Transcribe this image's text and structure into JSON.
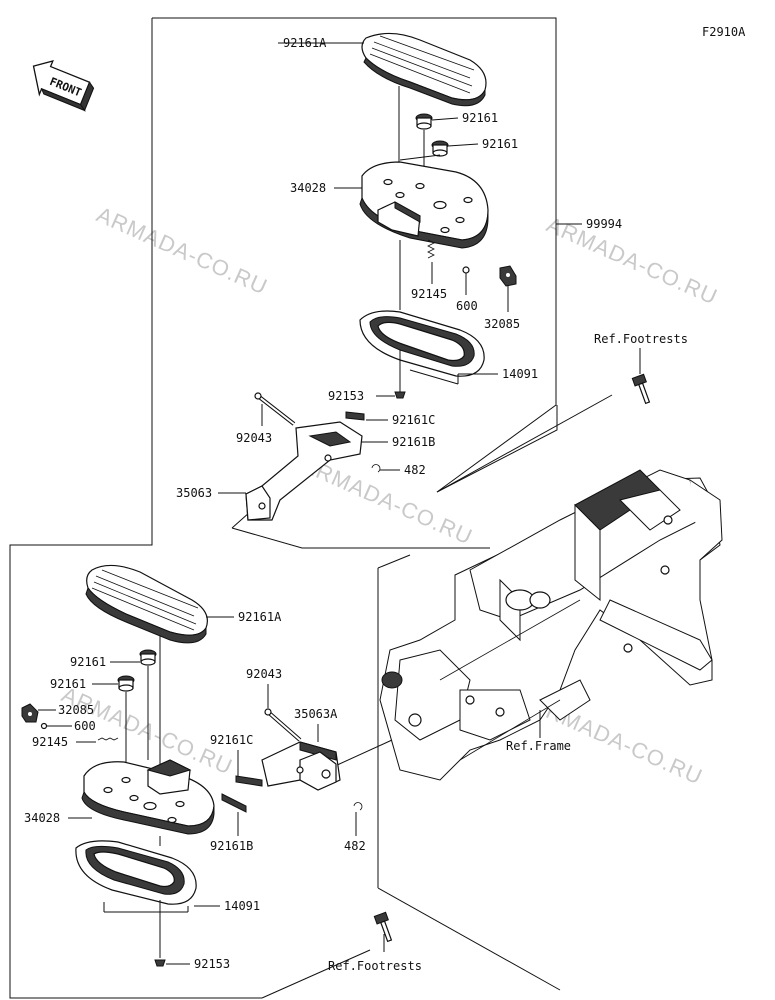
{
  "figure_code": "F2910A",
  "front_label": "FRONT",
  "watermarks": [
    "ARMADA-CO.RU",
    "ARMADA-CO.RU",
    "ARMADA-CO.RU",
    "ARMADA-CO.RU",
    "ARMADA-CO.RU"
  ],
  "upper_assembly": {
    "board": "92161A",
    "damper_1": "92161",
    "damper_2": "92161",
    "board_base": "34028",
    "spring": "92145",
    "ball": "600",
    "clip": "32085",
    "set_code": "99994",
    "cover": "14091",
    "screw": "92153",
    "pin": "92043",
    "plate_c": "92161C",
    "plate_b": "92161B",
    "snap_ring": "482",
    "bracket": "35063",
    "ref_footrests": "Ref.Footrests"
  },
  "lower_assembly": {
    "board": "92161A",
    "damper_1": "92161",
    "damper_2": "92161",
    "clip": "32085",
    "ball": "600",
    "spring": "92145",
    "board_base": "34028",
    "cover": "14091",
    "screw": "92153",
    "pin": "92043",
    "bracket": "35063A",
    "plate_c": "92161C",
    "plate_b": "92161B",
    "snap_ring": "482",
    "ref_frame": "Ref.Frame",
    "ref_footrests": "Ref.Footrests"
  }
}
